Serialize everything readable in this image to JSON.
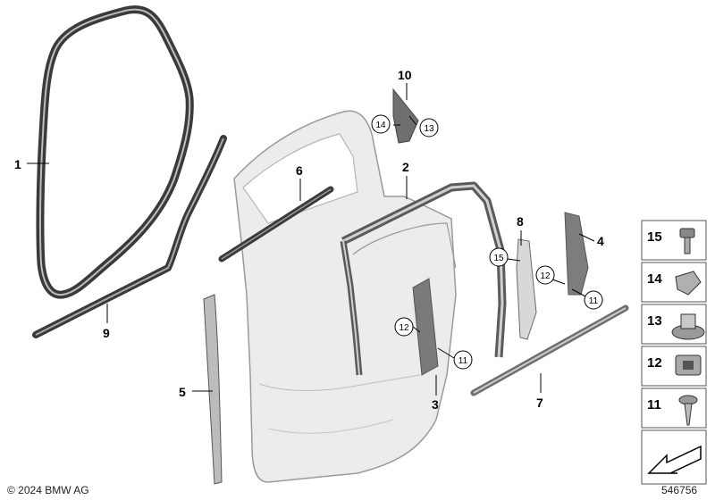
{
  "callouts": {
    "c1": "1",
    "c2": "2",
    "c3": "3",
    "c4": "4",
    "c5": "5",
    "c6": "6",
    "c7": "7",
    "c8": "8",
    "c9": "9",
    "c10": "10"
  },
  "circled": {
    "a14": "14",
    "a13": "13",
    "a15": "15",
    "b12": "12",
    "b11": "11",
    "d12": "12",
    "d11": "11"
  },
  "legend": [
    {
      "number": "15",
      "icon": "bolt-icon"
    },
    {
      "number": "14",
      "icon": "clip-icon"
    },
    {
      "number": "13",
      "icon": "expanding-nut-icon"
    },
    {
      "number": "12",
      "icon": "square-nut-clip-icon"
    },
    {
      "number": "11",
      "icon": "screw-icon"
    },
    {
      "number": "",
      "icon": "direction-arrow-icon"
    }
  ],
  "footer": {
    "copyright": "© 2024 BMW AG",
    "diagram_id": "546756"
  },
  "colors": {
    "part_fill": "#e8e8e8",
    "rubber": "#3a3a3a",
    "outline": "#9a9a9a"
  }
}
